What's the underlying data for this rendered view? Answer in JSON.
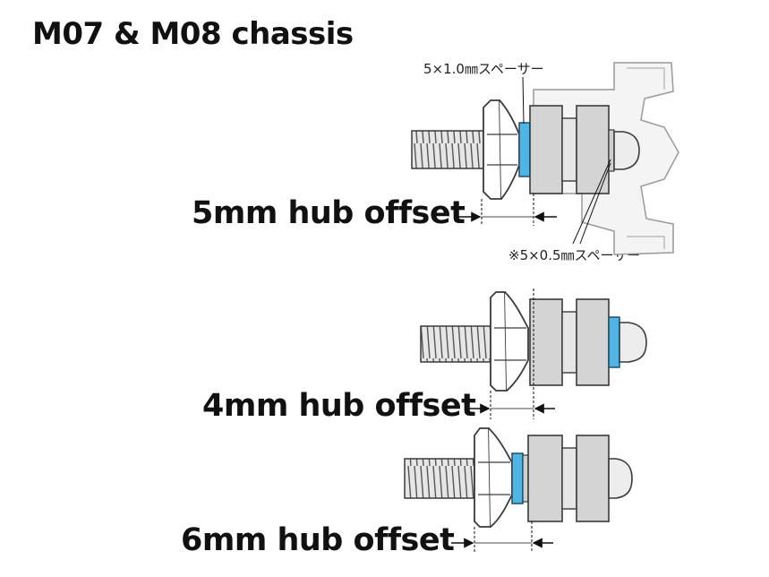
{
  "title": "M07 & M08 chassis",
  "callouts": {
    "spacer_top": "5×1.0㎜スペーサー",
    "spacer_bottom": "※5×0.5㎜スペーサー"
  },
  "offsets": [
    {
      "label": "5mm hub offset"
    },
    {
      "label": "4mm hub offset"
    },
    {
      "label": "6mm hub offset"
    }
  ],
  "colors": {
    "spacer_blue": "#4fb4e6",
    "hub_gray": "#d4d4d4",
    "outline": "#3a3a3a"
  }
}
